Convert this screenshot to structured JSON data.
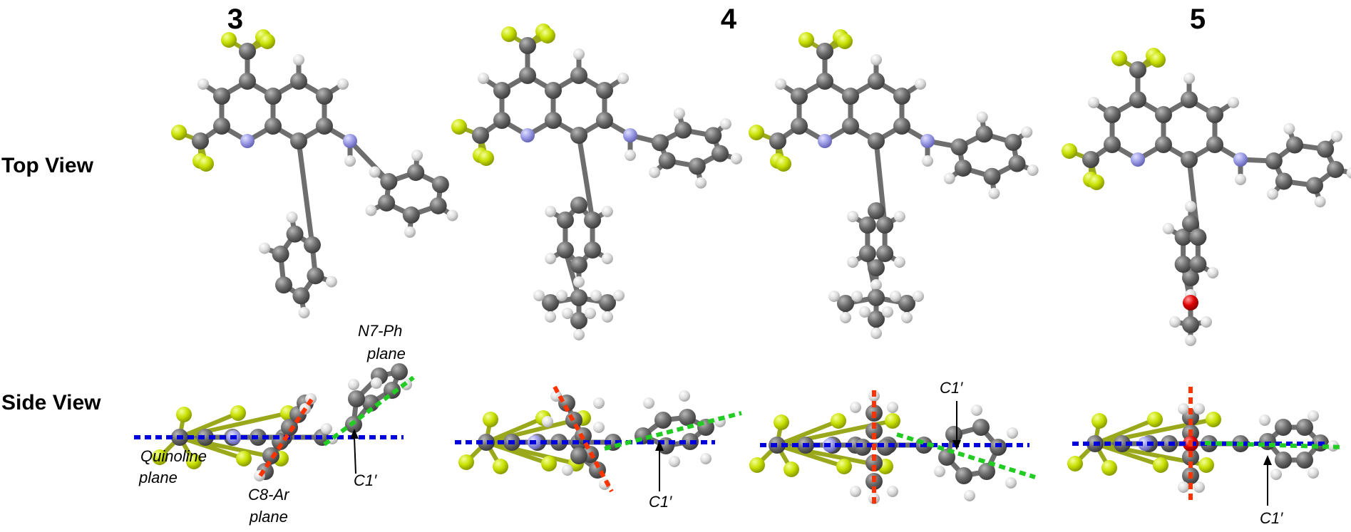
{
  "compounds": [
    {
      "label": "3"
    },
    {
      "label": "4"
    },
    {
      "label": "5"
    }
  ],
  "row_labels": {
    "top": "Top View",
    "side": "Side View"
  },
  "annotations": {
    "quinoline_plane": [
      "Quinoline",
      "plane"
    ],
    "c8_ar_plane": [
      "C8-Ar",
      "plane"
    ],
    "n7_ph_plane": [
      "N7-Ph",
      "plane"
    ],
    "c1_prime": "C1′"
  },
  "colors": {
    "carbon": "#6b6b6b",
    "hydrogen": "#e2e2e2",
    "fluorine": "#c8e000",
    "nitrogen": "#9a9ae6",
    "oxygen": "#e00000",
    "quinoline_plane_line": "#0000dd",
    "c8_ar_plane_line": "#ff3300",
    "n7_ph_plane_line": "#22cc22"
  }
}
